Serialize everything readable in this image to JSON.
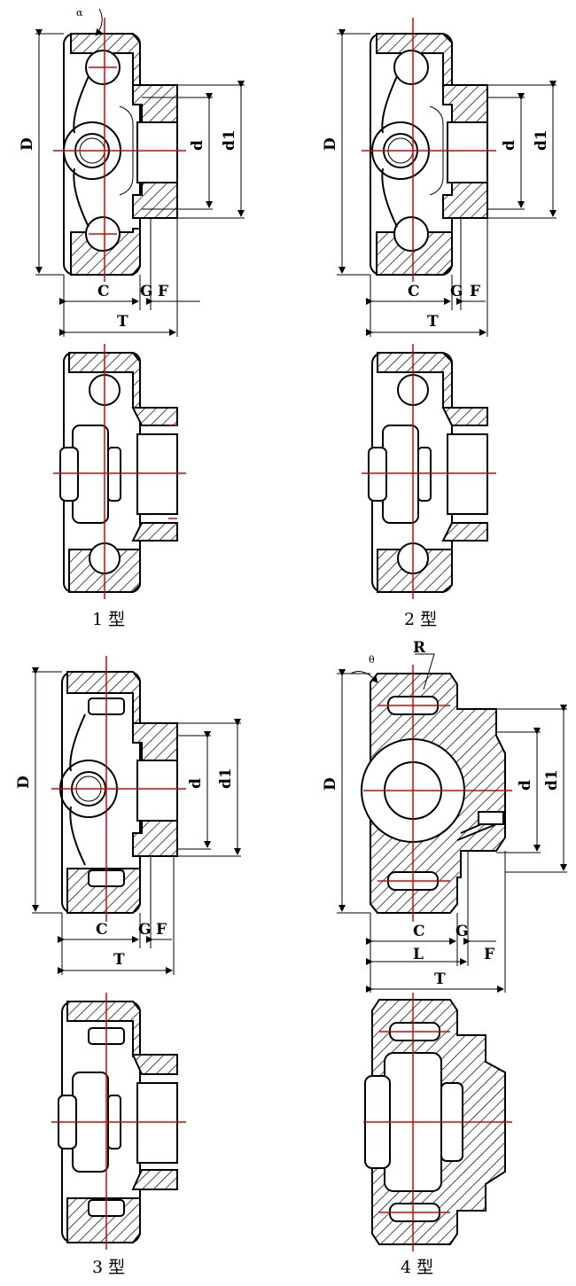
{
  "labels": {
    "D": "D",
    "d": "d",
    "d1": "d1",
    "C": "C",
    "G": "G",
    "F": "F",
    "T": "T",
    "L": "L",
    "R": "R",
    "alpha": "α",
    "theta": "θ"
  },
  "captions": {
    "type1": "1 型",
    "type2": "2 型",
    "type3": "3 型",
    "type4": "4 型"
  }
}
